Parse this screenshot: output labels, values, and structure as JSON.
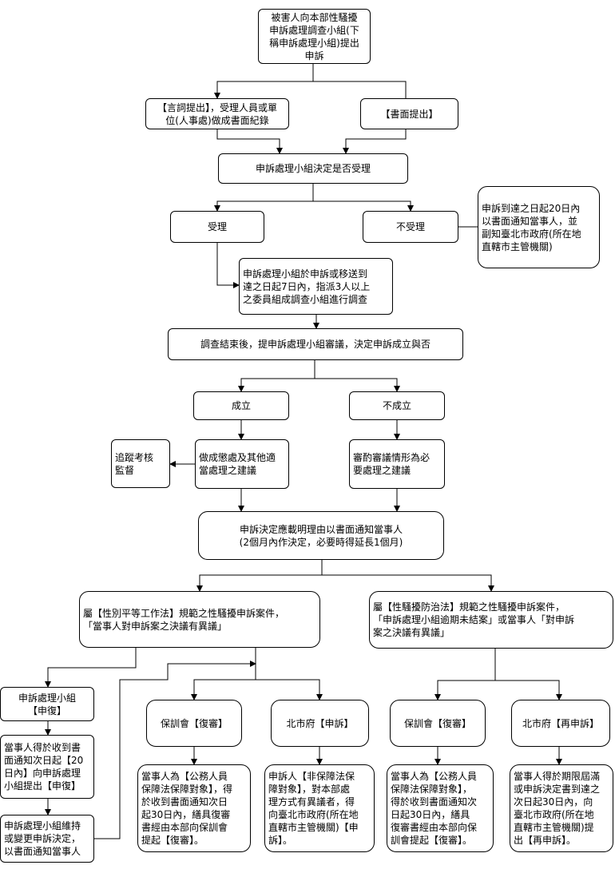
{
  "nodes": {
    "start": "被害人向本部性騷擾\n申訴處理調查小組(下\n稱申訴處理小組)提出\n申訴",
    "oral": "【言詞提出】，受理人員或單\n位(人事處)做成書面紀錄",
    "written": "【書面提出】",
    "decide_accept": "申訴處理小組決定是否受理",
    "accept": "受理",
    "reject": "不受理",
    "reject_note": "申訴到達之日起20日內\n以書面通知當事人，並\n副知臺北市政府(所在地\n直轄市主管機關)",
    "assign": "申訴處理小組於申訴或移送到\n達之日起7日內，指派3人以上\n之委員組成調查小組進行調查",
    "review": "調查結束後，提申訴處理小組審議，決定申訴成立與否",
    "established": "成立",
    "not_established": "不成立",
    "track": "追蹤考核\n監督",
    "discipline": "做成懲處及其他適\n當處理之建議",
    "consider": "審酌審議情形為必\n要處理之建議",
    "notify": "申訴決定應載明理由以書面通知當事人\n(2個月內作決定，必要時得延長1個月)",
    "gender_equality": "屬【性別平等工作法】規範之性騷擾申訴案件，\n「當事人對申訴案之決議有異議」",
    "harassment_prevention": "屬【性騷擾防治法】規範之性騷擾申訴案件，\n「申訴處理小組逾期未結案」或當事人「對申訴\n案之決議有異議」",
    "reapply_group": "申訴處理小組\n【申復】",
    "reapply_detail": "當事人得於收到書\n面通知次日起【20\n日內】向申訴處理\n小組提出【申復】",
    "reapply_result": "申訴處理小組維持\n或變更申訴決定，\n以書面通知當事人",
    "ptb_review_1": "保訓會【復審】",
    "taipei_appeal": "北市府【申訴】",
    "ptb_detail_1": "當事人為【公務人員\n保障法保障對象】，得\n於收到書面通知次日\n起30日內，繕具復審\n書經由本部向保訓會\n提起【復審】。",
    "taipei_appeal_detail": "申訴人【非保障法保\n障對象】，對本部處\n理方式有異議者，得\n向臺北市政府(所在地\n直轄市主管機關)【申\n訴】。",
    "ptb_review_2": "保訓會【復審】",
    "taipei_reappeal": "北市府【再申訴】",
    "ptb_detail_2": "當事人為【公務人員\n保障法保障對象】，\n得於收到書面通知次\n日起30日內，繕具\n復審書經由本部向保\n訓會提起【復審】。",
    "taipei_reappeal_detail": "當事人得於期限屆滿\n或申訴決定書到達之\n次日起30日內，向\n臺北市政府(所在地\n直轄市主管機關)提\n出【再申訴】。"
  }
}
